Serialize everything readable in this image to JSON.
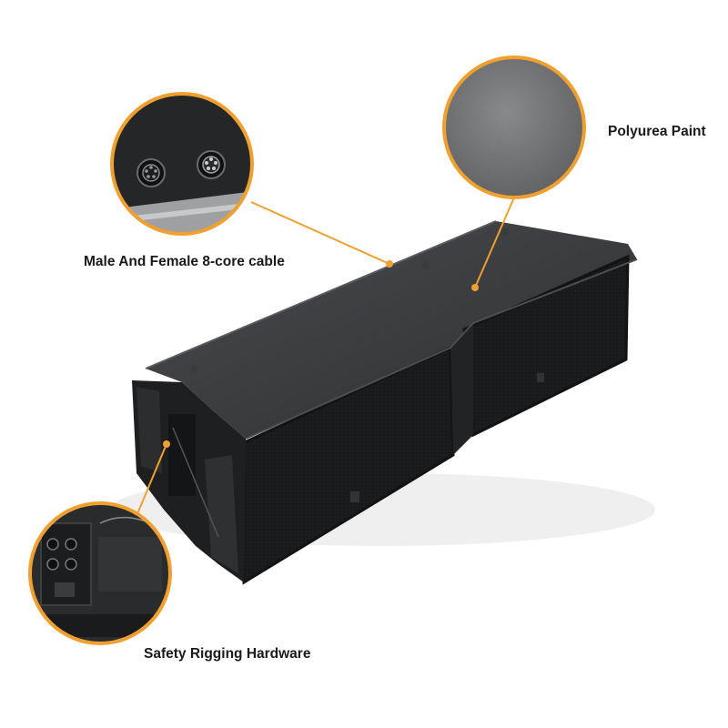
{
  "callouts": {
    "paint": {
      "label": "Polyurea Paint",
      "icon": "paint-texture-closeup"
    },
    "cable": {
      "label": "Male And Female 8-core cable",
      "icon": "connector-closeup"
    },
    "rigging": {
      "label": "Safety Rigging Hardware",
      "icon": "rigging-closeup"
    }
  },
  "colors": {
    "accent": "#f0a030",
    "cabinet": "#2b2c2e",
    "background": "#ffffff"
  }
}
